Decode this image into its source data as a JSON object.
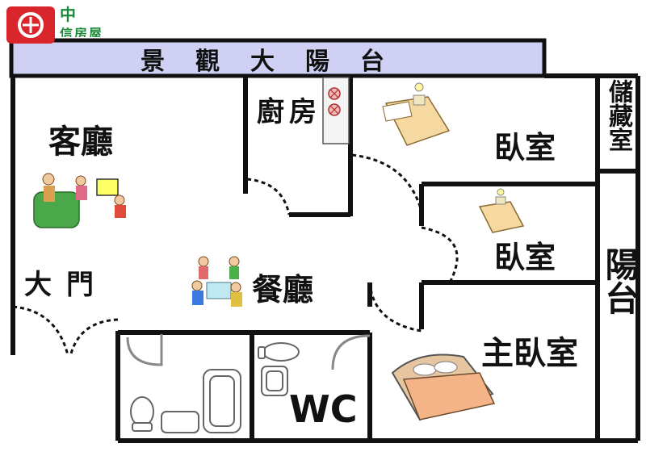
{
  "brand": {
    "name_line1": "中",
    "name_line2": "信房屋",
    "color": "#1a8a3a",
    "logo_color": "#d9262c"
  },
  "banner": {
    "label": "景觀大陽台",
    "fill": "#cfd0f4"
  },
  "rooms": {
    "living_room": "客廳",
    "kitchen": "廚房",
    "bedroom_top": "臥室",
    "storage": "儲藏室",
    "bedroom_middle": "臥室",
    "balcony": "陽台",
    "entrance": "大門",
    "dining_room": "餐廳",
    "master_bedroom": "主臥室",
    "wc": "WC"
  },
  "colors": {
    "wall": "#111111",
    "balcony_fill": "#cfd0f4",
    "background": "#ffffff"
  }
}
